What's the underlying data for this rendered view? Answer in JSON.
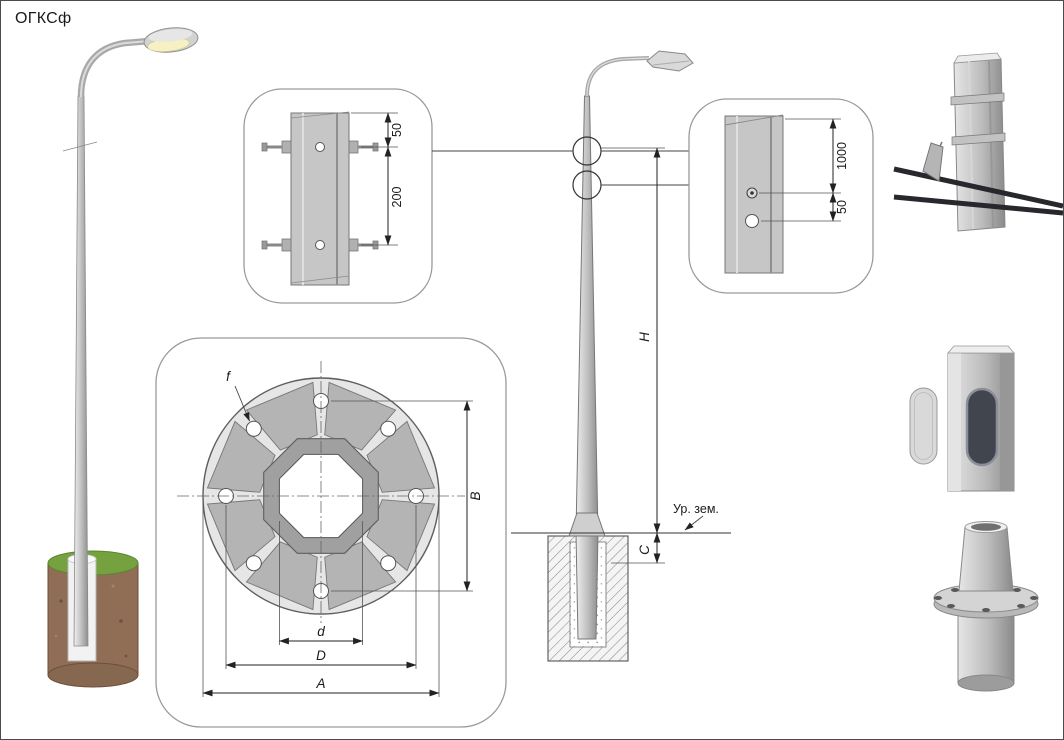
{
  "title": "ОГКСф",
  "detail_top_section": {
    "dim_50": "50",
    "dim_200": "200"
  },
  "detail_ground_bolt": {
    "dim_1000": "1000",
    "dim_50": "50"
  },
  "flange_plan": {
    "dim_f": "f",
    "dim_B": "B",
    "dim_d": "d",
    "dim_D": "D",
    "dim_A": "A"
  },
  "elevation": {
    "dim_H": "H",
    "dim_C": "C",
    "ground_label": "Ур. зем."
  },
  "colors": {
    "metal_light": "#ededed",
    "metal_dark": "#8f8f8f",
    "soil": "#8f6e55",
    "grass": "#75a23e",
    "cable": "#26282c",
    "lamp_glow": "#f6f1c4"
  }
}
